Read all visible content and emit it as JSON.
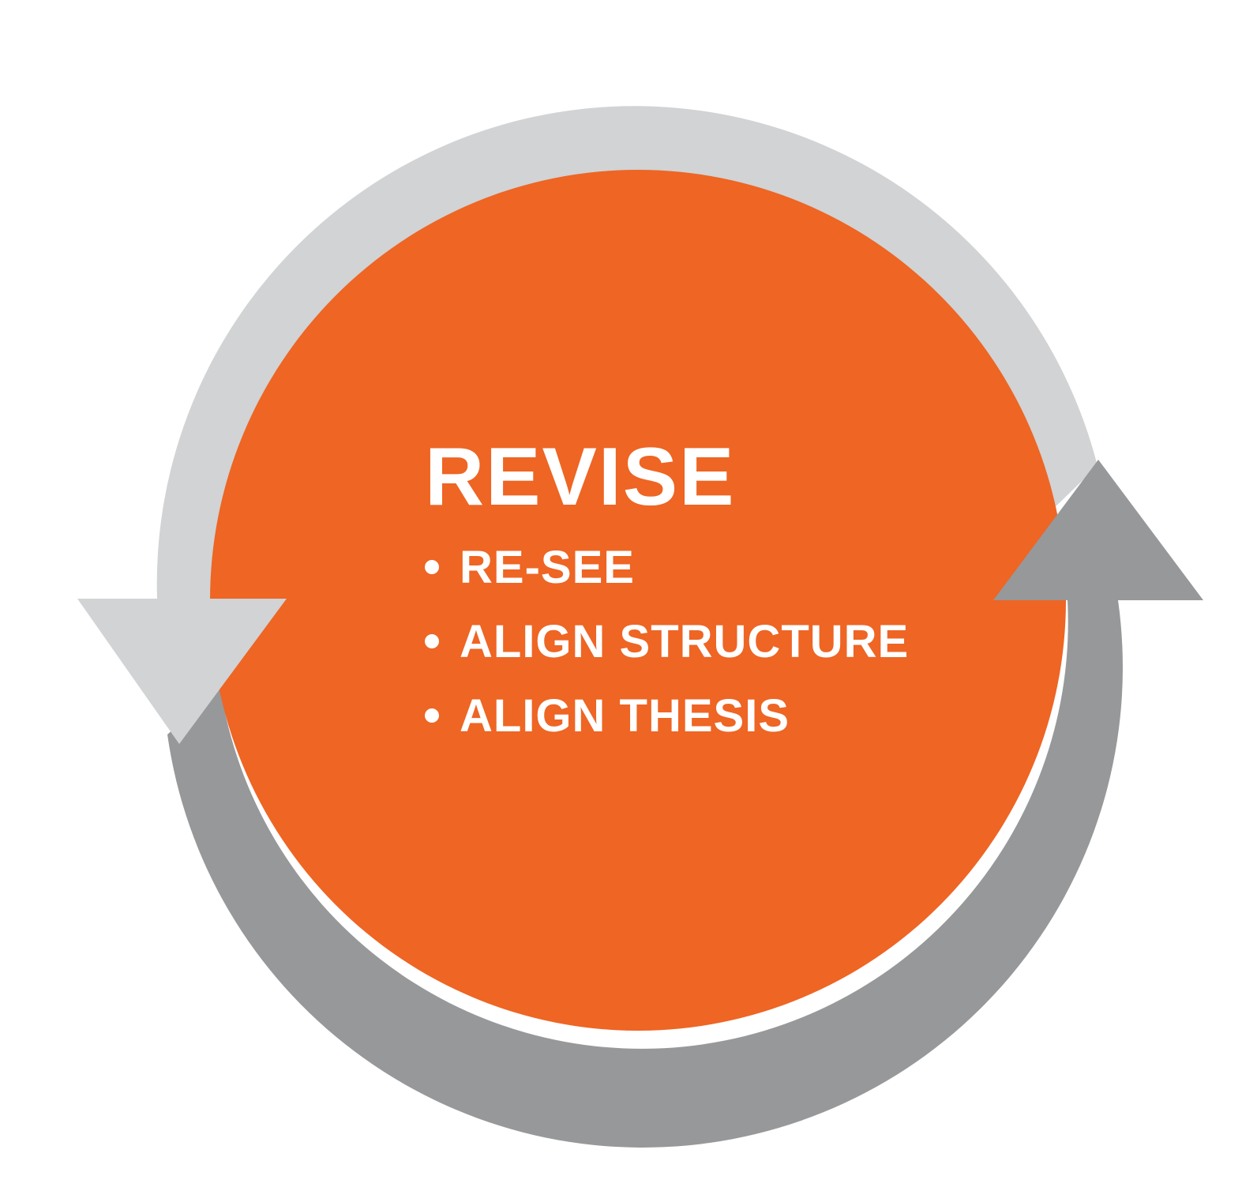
{
  "colors": {
    "circle_fill": "#EE6524",
    "arrow_light": "#D1D3D4",
    "arrow_dark": "#97989A",
    "text": "#FFFFFF",
    "background": "#FFFFFF"
  },
  "heading": "REVISE",
  "bullets": [
    {
      "label": "RE-SEE"
    },
    {
      "label": "ALIGN STRUCTURE"
    },
    {
      "label": "ALIGN THESIS"
    }
  ],
  "icons": {
    "bullet": "bullet-dot-icon",
    "arrow_left": "arrow-down-icon",
    "arrow_right": "arrow-up-icon"
  }
}
